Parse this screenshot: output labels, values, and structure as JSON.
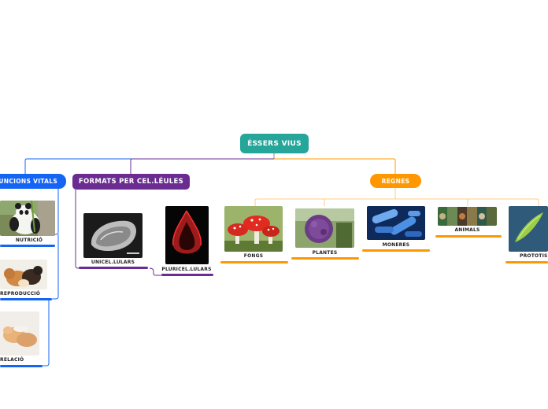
{
  "root": {
    "label": "ÉSSERS VIUS",
    "color": "#26a69a"
  },
  "funcions": {
    "label": "FUNCIONS VITALS",
    "color": "#1565f5",
    "items": [
      {
        "label": "NUTRICIÓ",
        "image": "panda-eating-bamboo"
      },
      {
        "label": "REPRODUCCIÓ",
        "image": "kittens-with-cat"
      },
      {
        "label": "RELACIÓ",
        "image": "sleeping-kittens"
      }
    ]
  },
  "formats": {
    "label": "FORMATS PER CEL.LÉULES",
    "color": "#6a2c91",
    "items": [
      {
        "label": "UNICEL.LULARS",
        "image": "microscope-single-cell"
      },
      {
        "label": "PLURICEL.LULARS",
        "image": "red-embryo-fluorescence"
      }
    ]
  },
  "regnes": {
    "label": "REGNES",
    "color": "#ff9800",
    "items": [
      {
        "label": "FONGS",
        "image": "red-mushrooms"
      },
      {
        "label": "PLANTES",
        "image": "purple-thistle-plant"
      },
      {
        "label": "MONERES",
        "image": "blue-bacteria"
      },
      {
        "label": "ANIMALS",
        "image": "animal-strip"
      },
      {
        "label": "PROTOTIS",
        "image": "green-protist"
      }
    ]
  }
}
